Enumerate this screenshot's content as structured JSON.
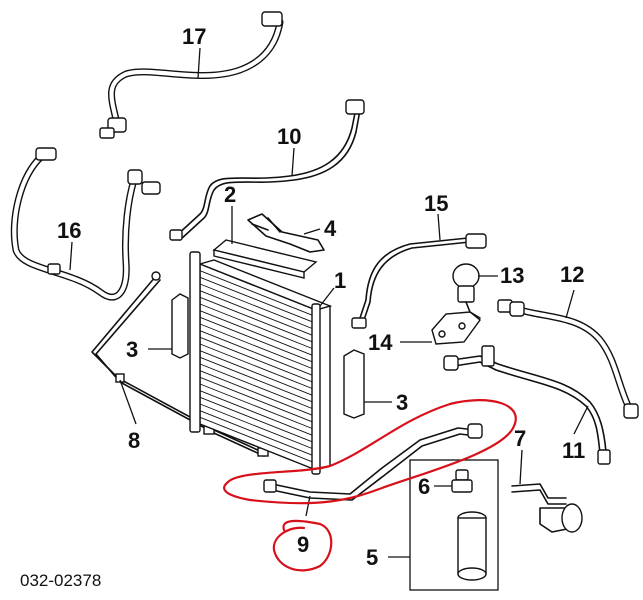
{
  "diagram": {
    "drawing_code": "032-02378",
    "callouts": [
      {
        "id": "17",
        "label": "17"
      },
      {
        "id": "10",
        "label": "10"
      },
      {
        "id": "16",
        "label": "16"
      },
      {
        "id": "2",
        "label": "2"
      },
      {
        "id": "4",
        "label": "4"
      },
      {
        "id": "15",
        "label": "15"
      },
      {
        "id": "1",
        "label": "1"
      },
      {
        "id": "13",
        "label": "13"
      },
      {
        "id": "12",
        "label": "12"
      },
      {
        "id": "3a",
        "label": "3"
      },
      {
        "id": "14",
        "label": "14"
      },
      {
        "id": "3b",
        "label": "3"
      },
      {
        "id": "8",
        "label": "8"
      },
      {
        "id": "7",
        "label": "7"
      },
      {
        "id": "11",
        "label": "11"
      },
      {
        "id": "6",
        "label": "6"
      },
      {
        "id": "9",
        "label": "9"
      },
      {
        "id": "5",
        "label": "5"
      }
    ],
    "highlight": {
      "part": "9",
      "color": "#d8101a"
    }
  }
}
